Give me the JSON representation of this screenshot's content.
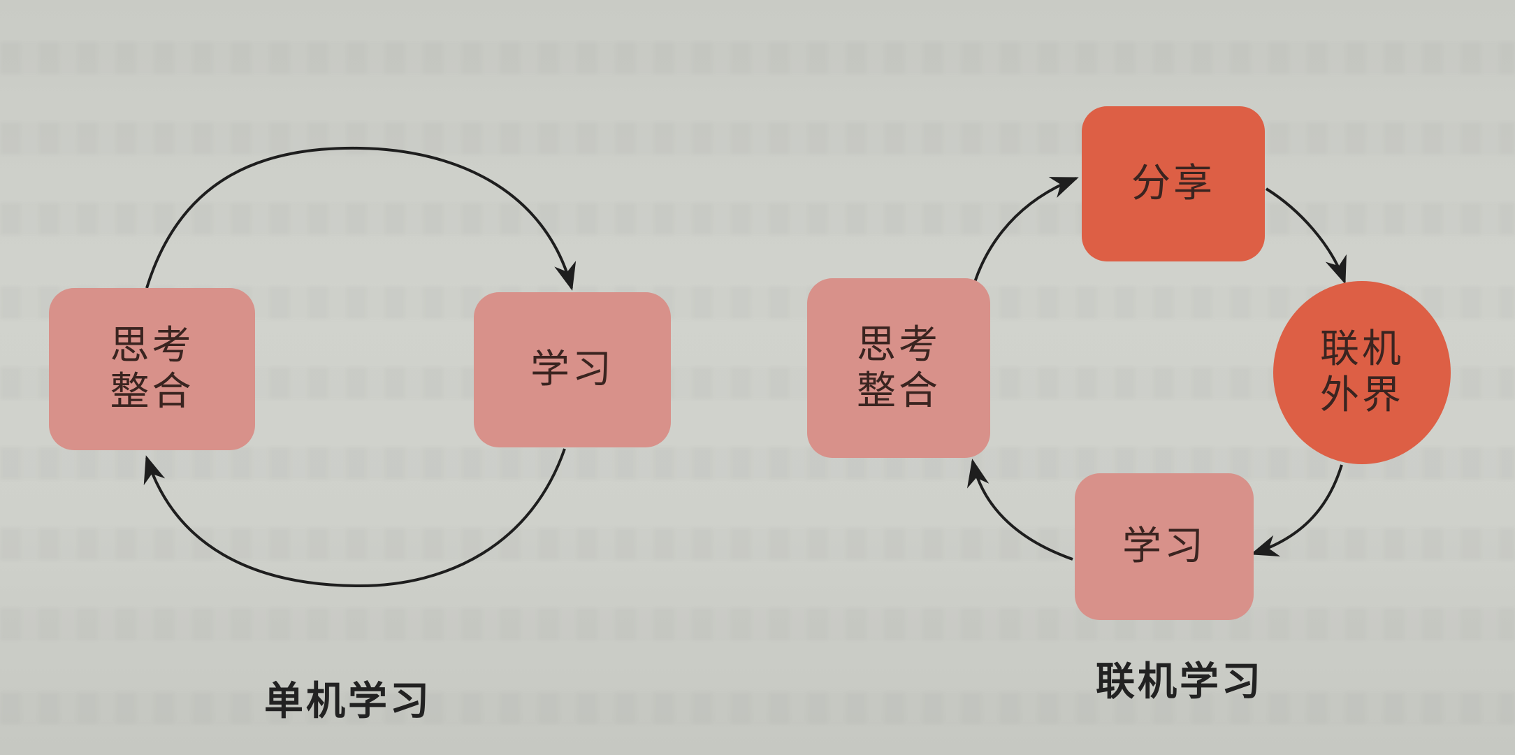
{
  "diagrams": [
    {
      "caption": "单机学习",
      "nodes": [
        {
          "id": "think",
          "line1": "思考",
          "line2": "整合",
          "shape": "rounded-rect",
          "color": "#d8918a"
        },
        {
          "id": "learn",
          "line1": "学习",
          "shape": "rounded-rect",
          "color": "#d8918a"
        }
      ],
      "edges": [
        {
          "from": "思考整合",
          "to": "学习"
        },
        {
          "from": "学习",
          "to": "思考整合"
        }
      ]
    },
    {
      "caption": "联机学习",
      "nodes": [
        {
          "id": "share",
          "line1": "分享",
          "shape": "rounded-rect",
          "color": "#dd5f45"
        },
        {
          "id": "connect",
          "line1": "联机",
          "line2": "外界",
          "shape": "circle",
          "color": "#dd5f45"
        },
        {
          "id": "learn",
          "line1": "学习",
          "shape": "rounded-rect",
          "color": "#d8918a"
        },
        {
          "id": "think",
          "line1": "思考",
          "line2": "整合",
          "shape": "rounded-rect",
          "color": "#d8918a"
        }
      ],
      "edges": [
        {
          "from": "思考整合",
          "to": "分享"
        },
        {
          "from": "分享",
          "to": "联机外界"
        },
        {
          "from": "联机外界",
          "to": "学习"
        },
        {
          "from": "学习",
          "to": "思考整合"
        }
      ]
    }
  ],
  "colors": {
    "background": "#cfd1cb",
    "light_node": "#d8918a",
    "strong_node": "#dd5f45",
    "arrow": "#1e1e1e",
    "text": "#3a2420"
  }
}
